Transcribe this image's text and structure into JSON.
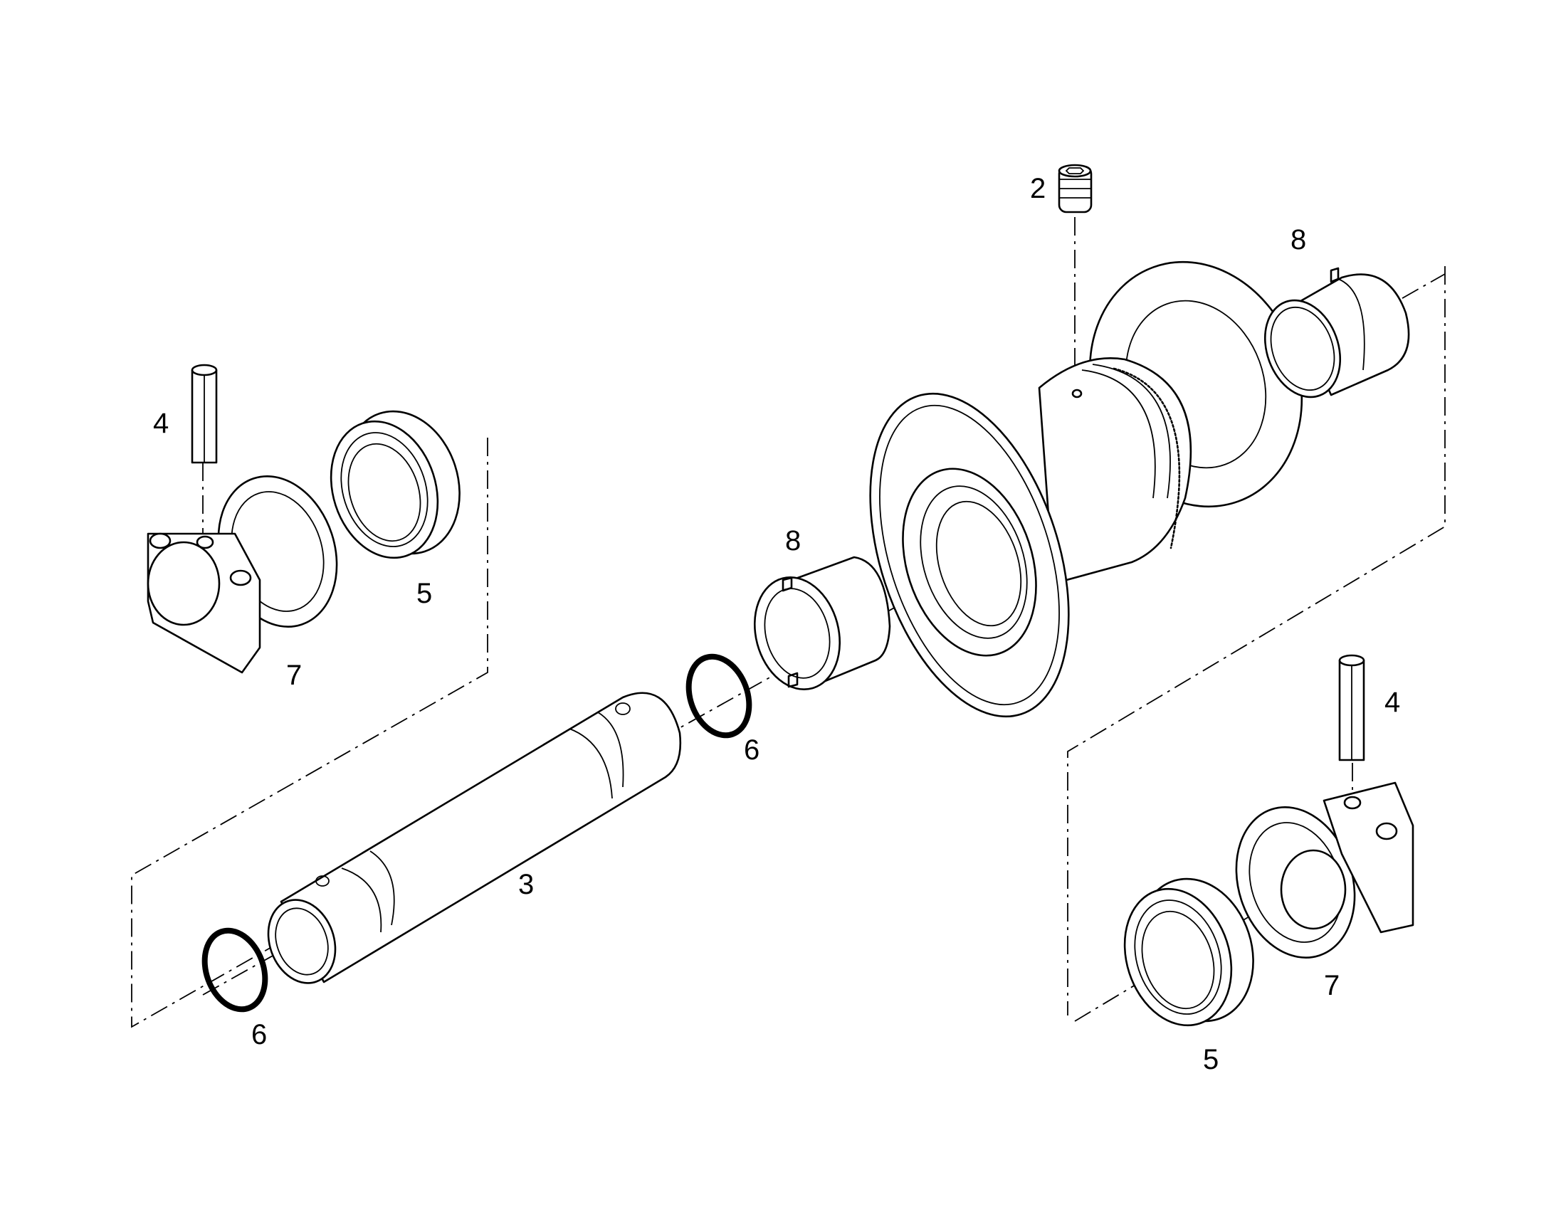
{
  "callouts": {
    "pin_left": "4",
    "bracket_left": "7",
    "seal_left": "5",
    "shaft": "3",
    "oring_left": "6",
    "oring_center": "6",
    "bushing_center": "8",
    "plug": "2",
    "bushing_right": "8",
    "pin_right": "4",
    "bracket_right": "7",
    "seal_right": "5"
  },
  "colors": {
    "line": "#000000",
    "background": "#ffffff"
  }
}
